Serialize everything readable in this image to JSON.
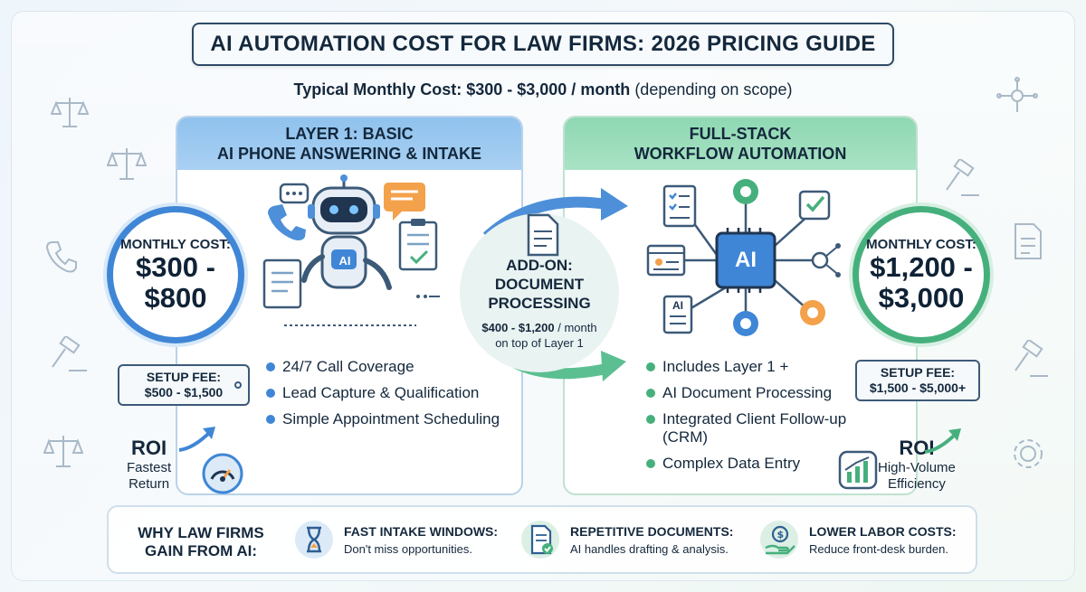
{
  "title": "AI AUTOMATION COST FOR LAW FIRMS: 2026 PRICING GUIDE",
  "subtitle": {
    "bold": "Typical Monthly Cost: $300 - $3,000 / month",
    "normal": " (depending on scope)"
  },
  "layer1": {
    "heading_line1": "LAYER 1: BASIC",
    "heading_line2": "AI PHONE ANSWERING & INTAKE",
    "cost_label": "MONTHLY COST:",
    "cost_line1": "$300 -",
    "cost_line2": "$800",
    "setup_label": "SETUP FEE:",
    "setup_value": "$500 - $1,500",
    "roi_title": "ROI",
    "roi_line1": "Fastest",
    "roi_line2": "Return",
    "robot_badge": "AI",
    "features": [
      "24/7 Call Coverage",
      "Lead Capture & Qualification",
      "Simple Appointment Scheduling"
    ]
  },
  "addon": {
    "title_line1": "ADD-ON:",
    "title_line2": "DOCUMENT",
    "title_line3": "PROCESSING",
    "price": "$400 - $1,200",
    "per": " / month",
    "note": "on top of Layer 1"
  },
  "fullstack": {
    "heading_line1": "FULL-STACK",
    "heading_line2": "WORKFLOW AUTOMATION",
    "chip_label": "AI",
    "doc_label": "AI",
    "cost_label": "MONTHLY COST:",
    "cost_line1": "$1,200 -",
    "cost_line2": "$3,000",
    "setup_label": "SETUP FEE:",
    "setup_value": "$1,500 - $5,000+",
    "roi_title": "ROI",
    "roi_line1": "High-Volume",
    "roi_line2": "Efficiency",
    "features": [
      "Includes Layer 1 +",
      "AI Document Processing",
      "Integrated Client Follow-up (CRM)",
      "Complex Data Entry"
    ]
  },
  "bottom": {
    "why_line1": "WHY LAW FIRMS",
    "why_line2": "GAIN FROM AI:",
    "benefits": [
      {
        "title": "FAST INTAKE WINDOWS:",
        "sub": "Don't miss opportunities."
      },
      {
        "title": "REPETITIVE DOCUMENTS:",
        "sub": "AI handles drafting & analysis."
      },
      {
        "title": "LOWER LABOR COSTS:",
        "sub": "Reduce front-desk burden."
      }
    ]
  },
  "colors": {
    "layer1_accent": "#3f86d6",
    "fullstack_accent": "#46b07d",
    "dark_text": "#14283c"
  }
}
